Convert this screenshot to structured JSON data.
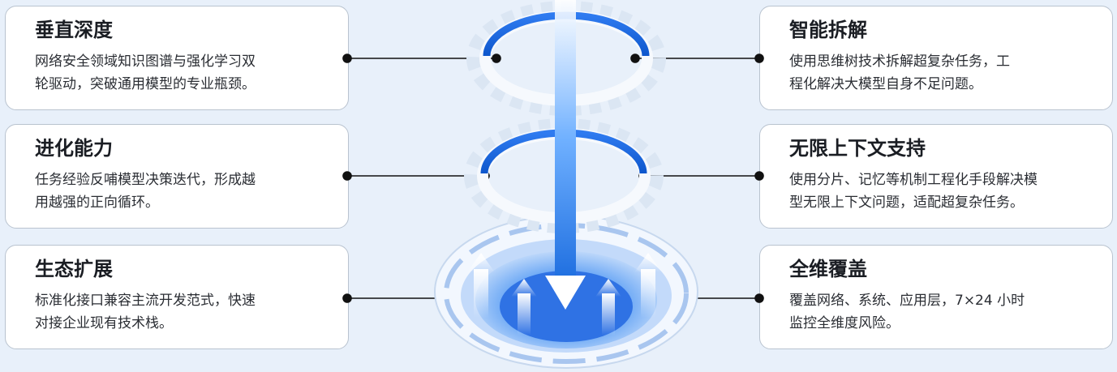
{
  "left_cards": [
    {
      "title": "垂直深度",
      "lines": [
        "网络安全领域知识图谱与强化学习双",
        "轮驱动，突破通用模型的专业瓶颈。"
      ]
    },
    {
      "title": "进化能力",
      "lines": [
        "任务经验反哺模型决策迭代，形成越",
        "用越强的正向循环。"
      ]
    },
    {
      "title": "生态扩展",
      "lines": [
        "标准化接口兼容主流开发范式，快速",
        "对接企业现有技术栈。"
      ]
    }
  ],
  "right_cards": [
    {
      "title": "智能拆解",
      "lines": [
        "使用思维树技术拆解超复杂任务，工",
        "程化解决大模型自身不足问题。"
      ]
    },
    {
      "title": "无限上下文支持",
      "lines": [
        "使用分片、记忆等机制工程化手段解决模",
        "型无限上下文问题，适配超复杂任务。"
      ]
    },
    {
      "title": "全维覆盖",
      "lines": [
        "覆盖网络、系统、应用层，7×24 小时",
        "监控全维度风险。"
      ]
    }
  ],
  "colors": {
    "accent": "#1f6fe0",
    "background": "#e8f0fa",
    "card_border": "#b9c3cf"
  }
}
